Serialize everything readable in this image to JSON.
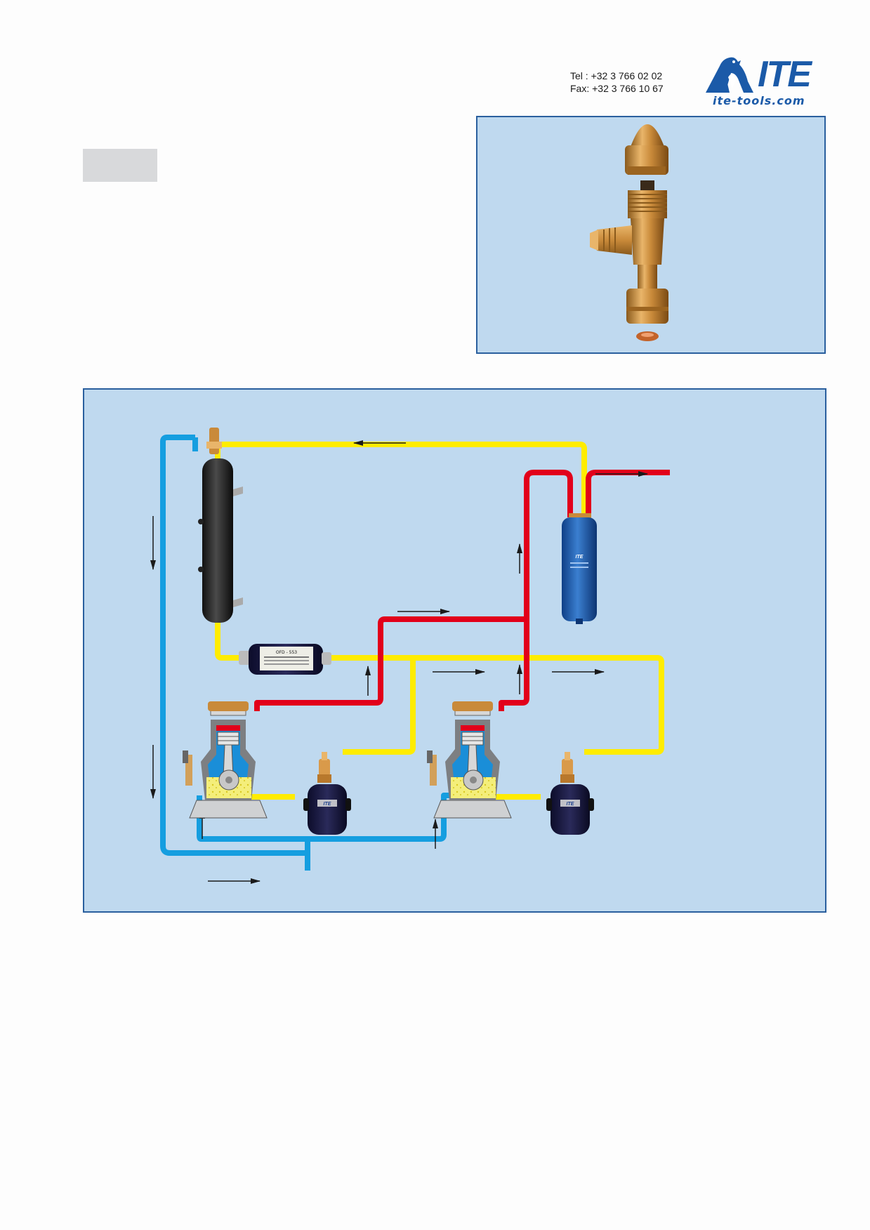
{
  "header": {
    "tel": "Tel : +32 3 766 02 02",
    "fax": "Fax: +32 3 766 10 67"
  },
  "logo": {
    "wordmark": "ITE",
    "website": "ite-tools.com",
    "icon": "penguin-logo-icon"
  },
  "diagram": {
    "pipe_colors": {
      "suction_line": "#159ee0",
      "oil_return_line": "#ffec00",
      "discharge_line": "#e2001a"
    },
    "components": [
      "shutoff-valve",
      "oil-reservoir",
      "oil-filter",
      "oil-separator",
      "compressor-1",
      "compressor-2",
      "oil-level-regulator-1",
      "oil-level-regulator-2"
    ],
    "labels": {
      "oil_filter_model": "OFD - 553",
      "regulator_label": "ITE",
      "separator_label": "ITE"
    }
  },
  "colors": {
    "panel_bg": "#bfd9ef",
    "panel_border": "#2a5f9e",
    "brand_blue": "#1b5aa8",
    "tab_gray": "#d8d9db"
  }
}
